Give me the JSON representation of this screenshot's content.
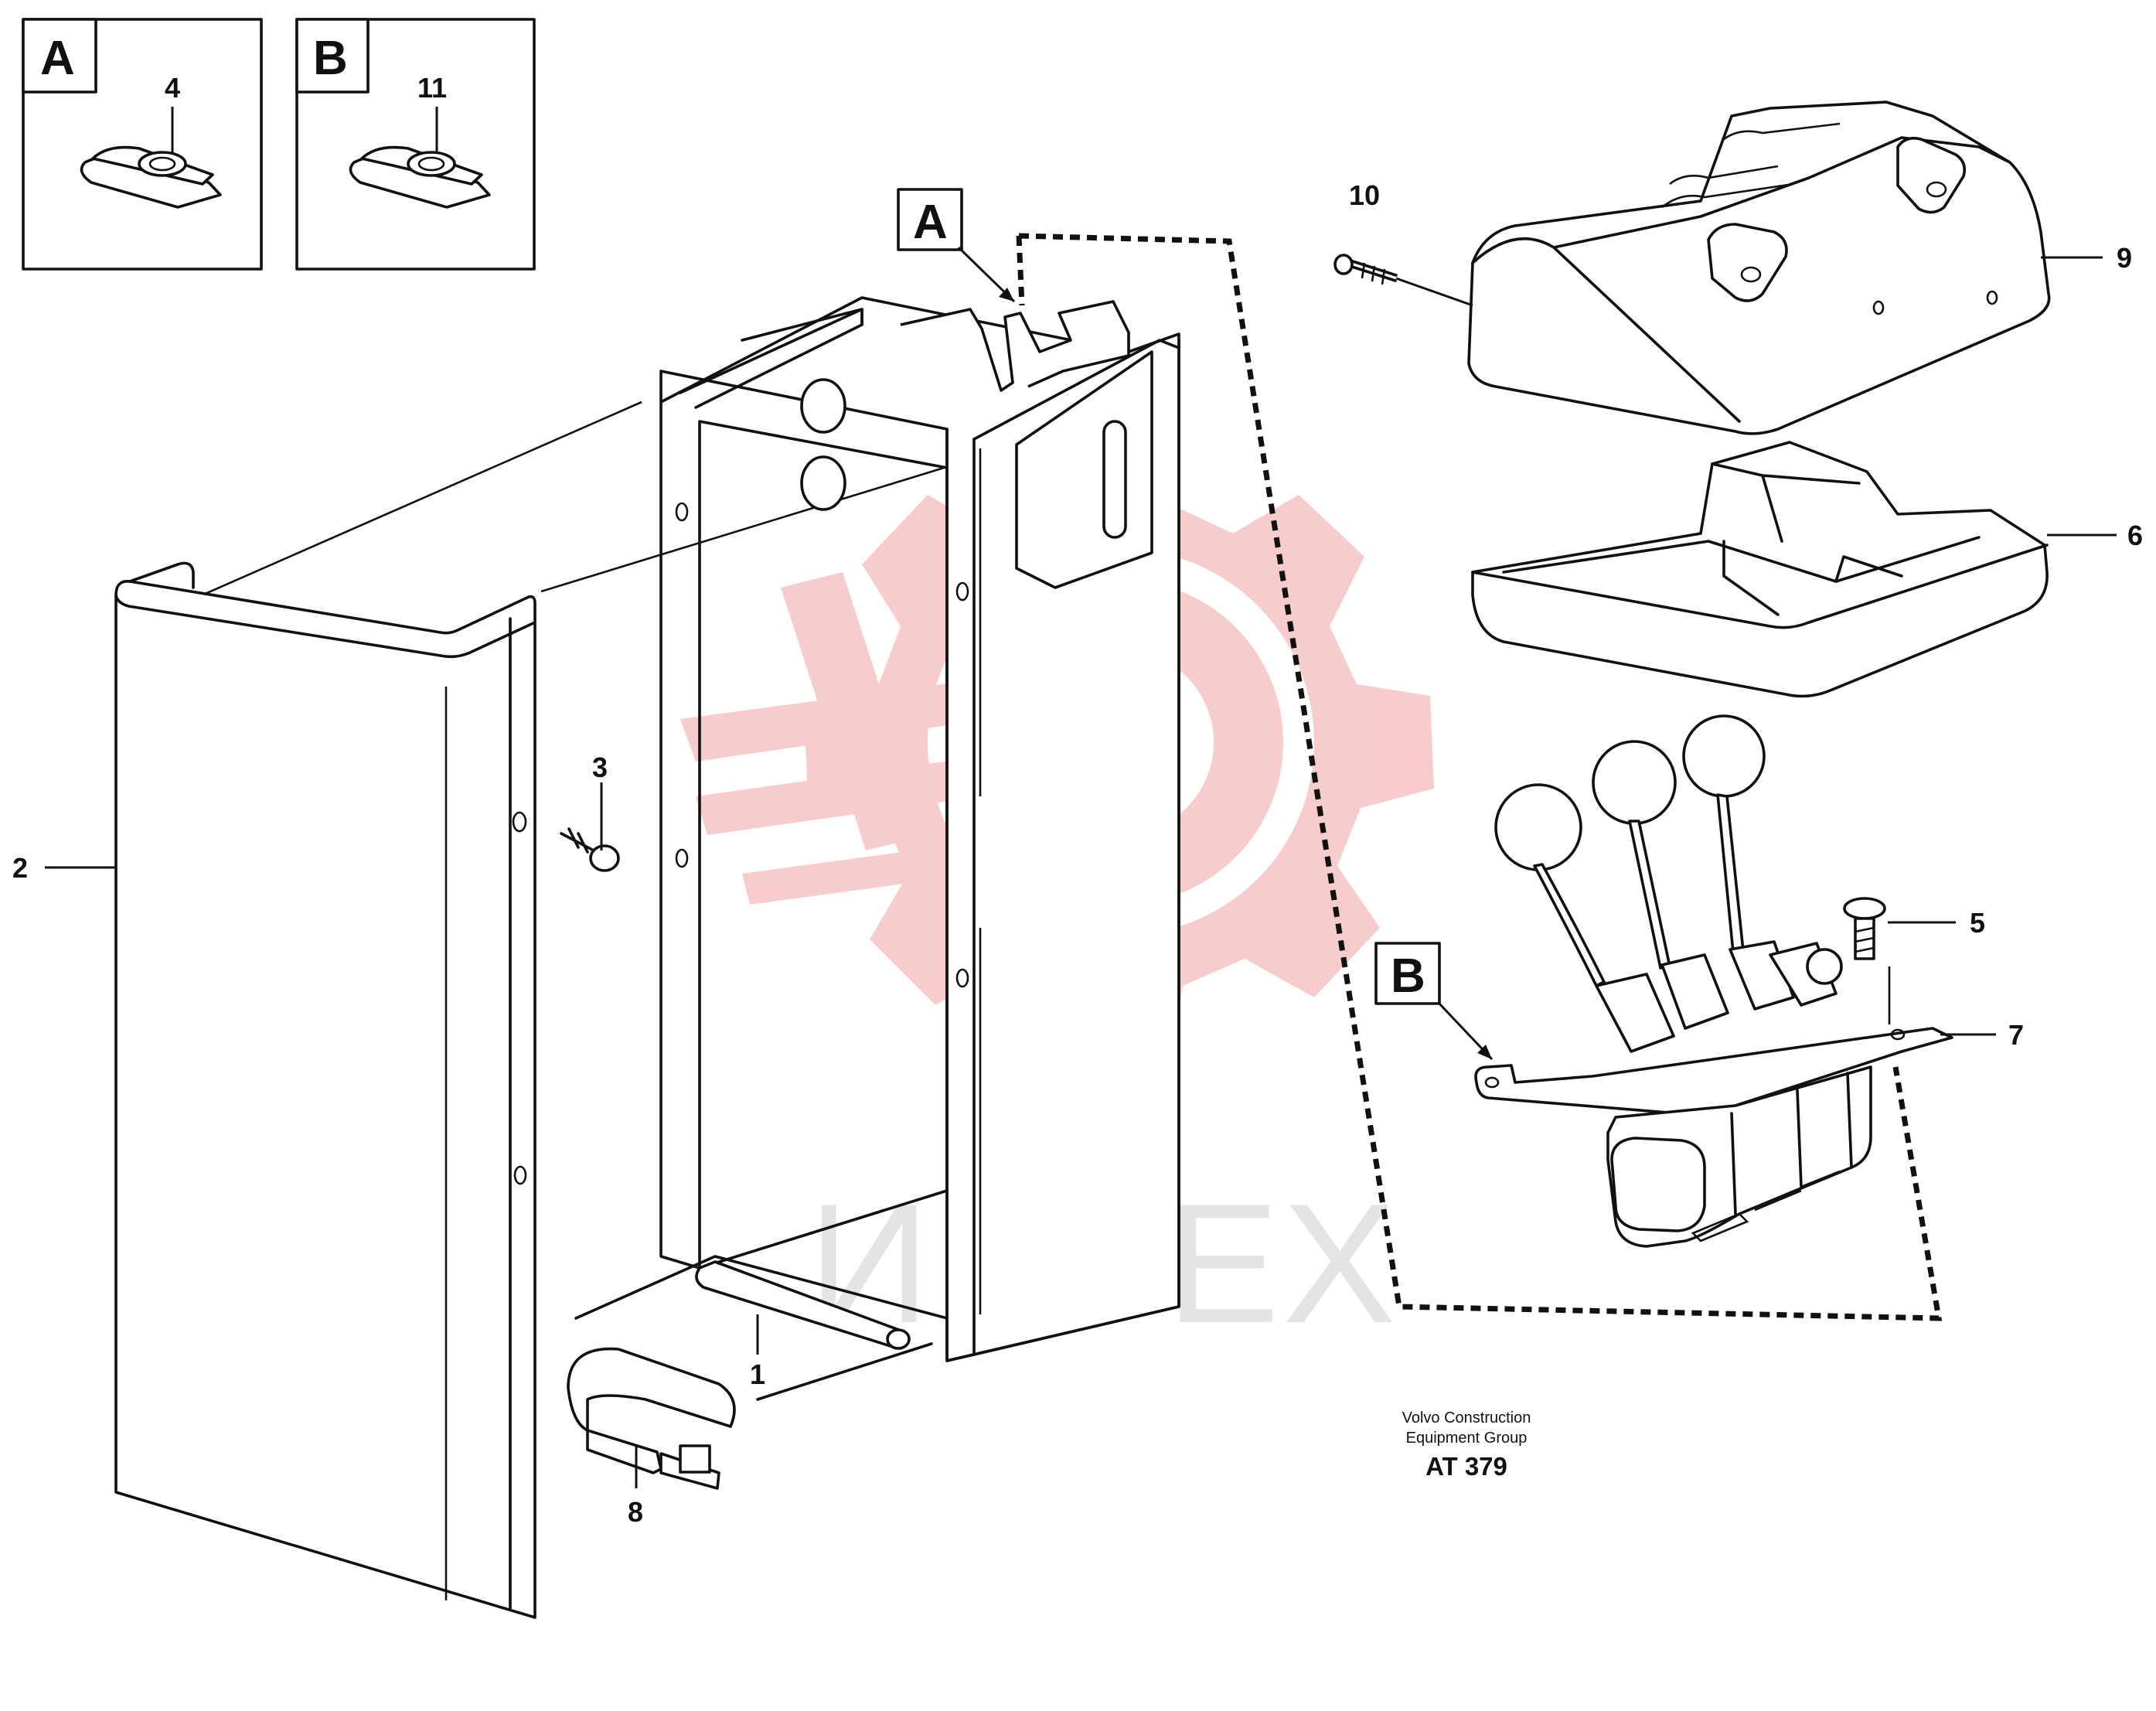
{
  "detail_boxes": [
    {
      "id": "A",
      "label": "A",
      "part_number": "4"
    },
    {
      "id": "B",
      "label": "B",
      "part_number": "11"
    }
  ],
  "view_markers": [
    {
      "id": "A",
      "label": "A"
    },
    {
      "id": "B",
      "label": "B"
    }
  ],
  "part_callouts": [
    {
      "number": "1"
    },
    {
      "number": "2"
    },
    {
      "number": "3"
    },
    {
      "number": "5"
    },
    {
      "number": "6"
    },
    {
      "number": "7"
    },
    {
      "number": "8"
    },
    {
      "number": "9"
    },
    {
      "number": "10"
    }
  ],
  "caption": {
    "line1": "Volvo Construction",
    "line2": "Equipment Group",
    "code": "AT 379"
  },
  "watermark": {
    "text": "ИНТЕХ",
    "color": "#e4e4e4",
    "logo_color": "#f7c7c7"
  }
}
